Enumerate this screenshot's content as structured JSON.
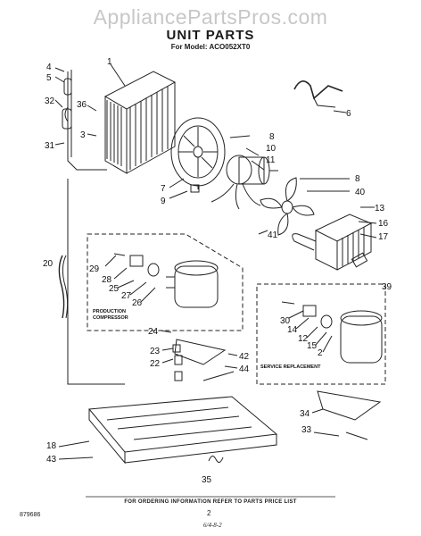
{
  "watermark": "AppliancePartsPros.com",
  "header": {
    "title": "UNIT PARTS",
    "model": "For Model: ACO052XT0"
  },
  "labels": {
    "production_compressor_line1": "PRODUCTION",
    "production_compressor_line2": "COMPRESSOR",
    "service_replacement": "SERVICE REPLACEMENT"
  },
  "callouts": [
    "4",
    "5",
    "1",
    "32",
    "36",
    "3",
    "31",
    "6",
    "8",
    "10",
    "11",
    "7",
    "9",
    "8",
    "40",
    "13",
    "16",
    "17",
    "41",
    "20",
    "29",
    "28",
    "25",
    "27",
    "26",
    "39",
    "30",
    "14",
    "12",
    "15",
    "2",
    "24",
    "23",
    "22",
    "42",
    "44",
    "34",
    "33",
    "18",
    "43",
    "35"
  ],
  "footer": {
    "note": "FOR ORDERING INFORMATION REFER TO PARTS PRICE LIST",
    "doc_number": "879686",
    "page": "2",
    "handwritten": "6/4-8-2"
  }
}
